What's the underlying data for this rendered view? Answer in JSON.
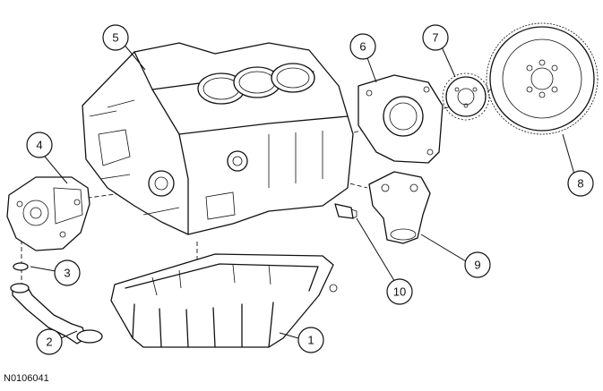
{
  "figure_id": "N0106041",
  "callouts": [
    {
      "id": "callout-1",
      "label": "1"
    },
    {
      "id": "callout-2",
      "label": "2"
    },
    {
      "id": "callout-3",
      "label": "3"
    },
    {
      "id": "callout-4",
      "label": "4"
    },
    {
      "id": "callout-5",
      "label": "5"
    },
    {
      "id": "callout-6",
      "label": "6"
    },
    {
      "id": "callout-7",
      "label": "7"
    },
    {
      "id": "callout-8",
      "label": "8"
    },
    {
      "id": "callout-9",
      "label": "9"
    },
    {
      "id": "callout-10",
      "label": "10"
    }
  ]
}
